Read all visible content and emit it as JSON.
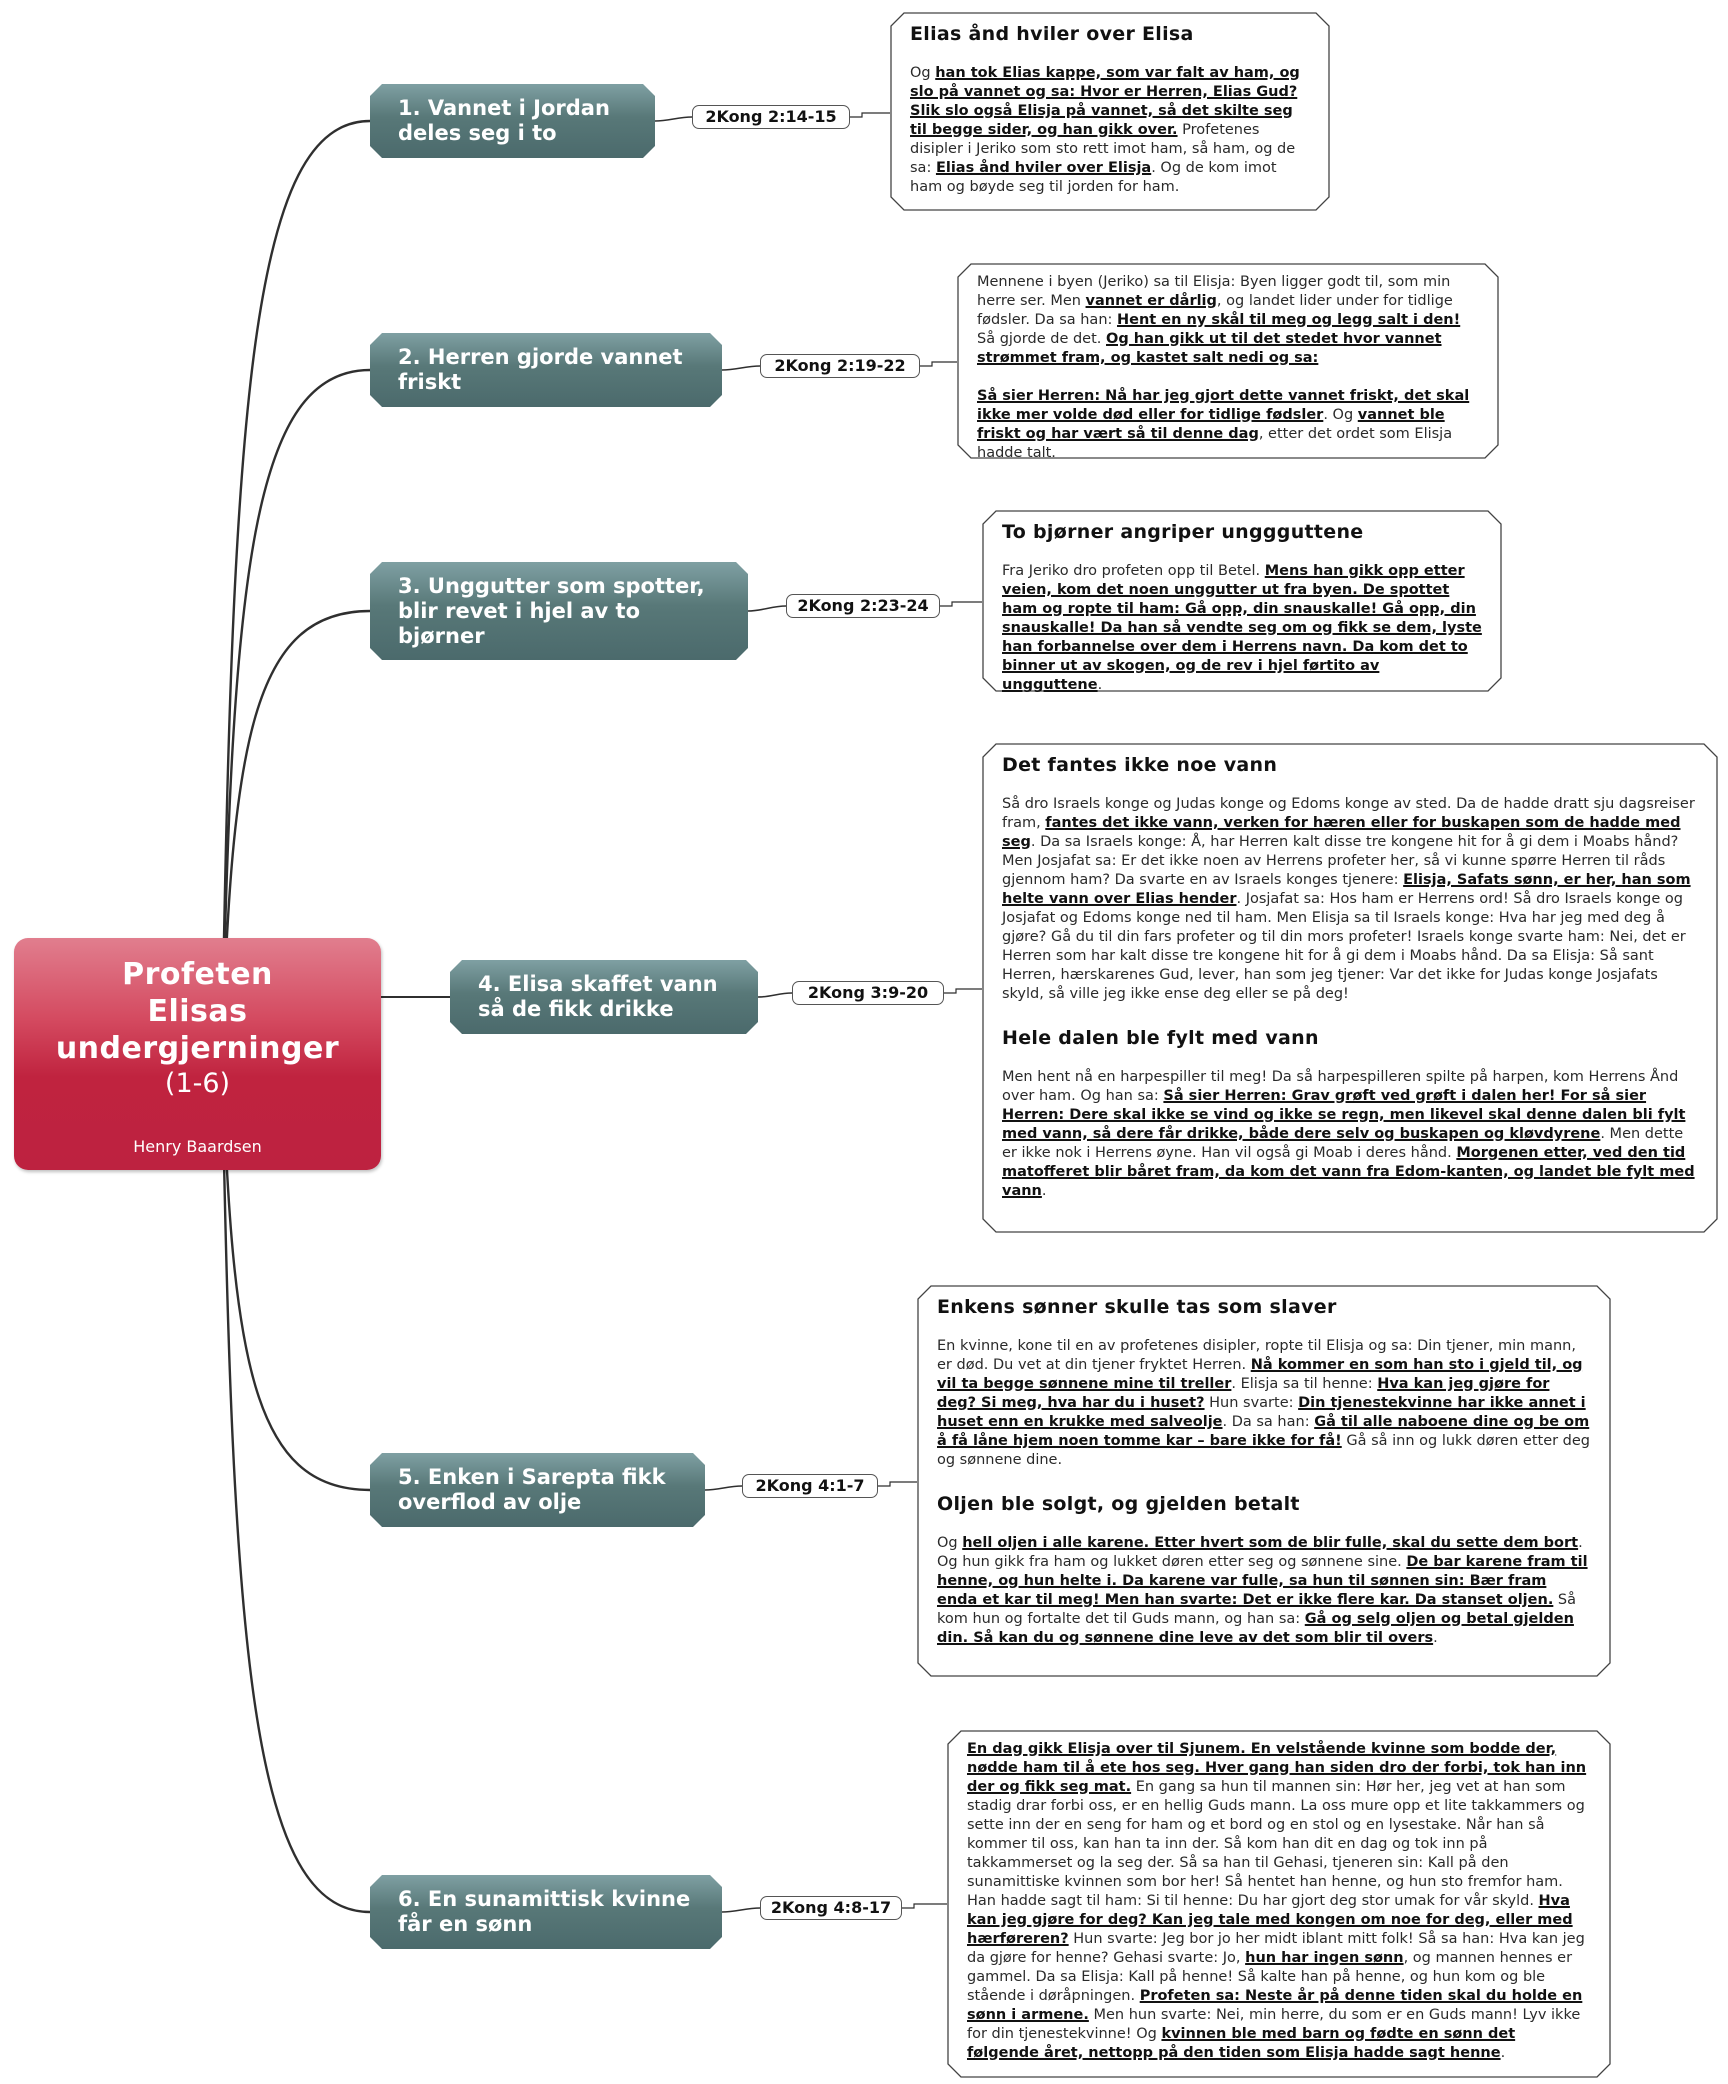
{
  "central": {
    "title_lines": [
      "Profeten",
      "Elisas",
      "undergjerninger"
    ],
    "subtitle": "(1-6)",
    "author": "Henry Baardsen"
  },
  "topics": [
    {
      "label_lines": [
        "1. Vannet i Jordan",
        "deles seg i to"
      ],
      "ref": "2Kong 2:14-15",
      "note": {
        "sections": [
          {
            "heading": "Elias ånd hviler over Elisa",
            "paras": [
              [
                {
                  "t": "Og "
                },
                {
                  "t": "han tok Elias kappe, som var falt av ham, og slo på vannet og sa: Hvor er Herren, Elias Gud? Slik slo også Elisja på vannet, så det skilte seg til begge sider, og han gikk over.",
                  "u": true
                },
                {
                  "t": " Profetenes disipler i Jeriko som sto rett imot ham, så ham, og de sa: "
                },
                {
                  "t": "Elias ånd hviler over Elisja",
                  "u": true
                },
                {
                  "t": ". Og de kom imot ham og bøyde seg til jorden for ham."
                }
              ]
            ]
          }
        ]
      }
    },
    {
      "label_lines": [
        "2. Herren gjorde vannet",
        "friskt"
      ],
      "ref": "2Kong 2:19-22",
      "note": {
        "sections": [
          {
            "heading": "",
            "paras": [
              [
                {
                  "t": "Mennene i byen (Jeriko) sa til Elisja: Byen ligger godt til, som min herre ser. Men "
                },
                {
                  "t": "vannet er dårlig",
                  "u": true
                },
                {
                  "t": ", og landet lider under for tidlige fødsler. Da sa han: "
                },
                {
                  "t": "Hent en ny skål til meg og legg salt i den!",
                  "u": true
                },
                {
                  "t": " Så gjorde de det. "
                },
                {
                  "t": "Og han gikk ut til det stedet hvor vannet strømmet fram, og kastet salt nedi og sa:",
                  "u": true
                }
              ],
              [
                {
                  "t": "Så sier Herren: Nå har jeg gjort dette vannet friskt, det skal ikke mer volde død eller for tidlige fødsler",
                  "u": true
                },
                {
                  "t": ". Og "
                },
                {
                  "t": "vannet ble friskt og har vært så til denne dag",
                  "u": true
                },
                {
                  "t": ", etter det ordet som Elisja hadde talt."
                }
              ]
            ]
          }
        ]
      }
    },
    {
      "label_lines": [
        "3. Unggutter som spotter,",
        "blir revet i hjel av to",
        "bjørner"
      ],
      "ref": "2Kong 2:23-24",
      "note": {
        "sections": [
          {
            "heading": "To bjørner angriper unggguttene",
            "paras": [
              [
                {
                  "t": "Fra Jeriko dro profeten opp til Betel. "
                },
                {
                  "t": "Mens han gikk opp etter veien, kom det noen unggutter ut fra byen. De spottet ham og ropte til ham: Gå opp, din snauskalle! Gå opp, din snauskalle! Da han så vendte seg om og fikk se dem, lyste han forbannelse over dem i Herrens navn. Da kom det to binner ut av skogen, og de rev i hjel førtito av ungguttene",
                  "u": true
                },
                {
                  "t": "."
                }
              ]
            ]
          }
        ]
      }
    },
    {
      "label_lines": [
        "4. Elisa skaffet vann",
        "så de fikk drikke"
      ],
      "ref": "2Kong 3:9-20",
      "note": {
        "sections": [
          {
            "heading": "Det fantes ikke noe vann",
            "paras": [
              [
                {
                  "t": "Så dro Israels konge og Judas konge og Edoms konge av sted. Da de hadde dratt sju dagsreiser fram, "
                },
                {
                  "t": "fantes det ikke vann, verken for hæren eller for buskapen som de hadde med seg",
                  "u": true
                },
                {
                  "t": ". Da sa Israels konge: Å, har Herren kalt disse tre kongene hit for å gi dem i Moabs hånd? Men Josjafat sa: Er det ikke noen av Herrens profeter her, så vi kunne spørre Herren til råds gjennom ham? Da svarte en av Israels konges tjenere: "
                },
                {
                  "t": "Elisja, Safats sønn, er her, han som helte vann over Elias hender",
                  "u": true
                },
                {
                  "t": ". Josjafat sa: Hos ham er Herrens ord! Så dro Israels konge og Josjafat og Edoms konge ned til ham. Men Elisja sa til Israels konge: Hva har jeg med deg å gjøre? Gå du til din fars profeter og til din mors profeter! Israels konge svarte ham: Nei, det er Herren som har kalt disse tre kongene hit for å gi dem i Moabs hånd. Da sa Elisja: Så sant Herren, hærskarenes Gud, lever, han som jeg tjener: Var det ikke for Judas konge Josjafats skyld, så ville jeg ikke ense deg eller se på deg!"
                }
              ]
            ]
          },
          {
            "heading": "Hele dalen ble fylt med vann",
            "paras": [
              [
                {
                  "t": "Men hent nå en harpespiller til meg! Da så harpespilleren spilte på harpen, kom Herrens Ånd over ham. Og han sa: "
                },
                {
                  "t": "Så sier Herren: Grav grøft ved grøft i dalen her! For så sier Herren: Dere skal ikke se vind og ikke se regn, men likevel skal denne dalen bli fylt med vann, så dere får drikke, både dere selv og buskapen og kløvdyrene",
                  "u": true
                },
                {
                  "t": ". Men dette er ikke nok i Herrens øyne. Han vil også gi Moab i deres hånd. "
                },
                {
                  "t": "Morgenen etter, ved den tid matofferet blir båret fram, da kom det vann fra Edom-kanten, og landet ble fylt med vann",
                  "u": true
                },
                {
                  "t": "."
                }
              ]
            ]
          }
        ]
      }
    },
    {
      "label_lines": [
        "5. Enken i Sarepta fikk",
        "overflod av olje"
      ],
      "ref": "2Kong 4:1-7",
      "note": {
        "sections": [
          {
            "heading": "Enkens sønner skulle tas som slaver",
            "paras": [
              [
                {
                  "t": "En kvinne, kone til en av profetenes disipler, ropte til Elisja og sa: Din tjener, min mann, er død. Du vet at din tjener fryktet Herren. "
                },
                {
                  "t": "Nå kommer en som han sto i gjeld til, og vil ta begge sønnene mine til treller",
                  "u": true
                },
                {
                  "t": ". Elisja sa til henne: "
                },
                {
                  "t": "Hva kan jeg gjøre for deg? Si meg, hva har du i huset?",
                  "u": true
                },
                {
                  "t": " Hun svarte: "
                },
                {
                  "t": "Din tjenestekvinne har ikke annet i huset enn en krukke med salveolje",
                  "u": true
                },
                {
                  "t": ". Da sa han: "
                },
                {
                  "t": "Gå til alle naboene dine og be om å få låne hjem noen tomme kar – bare ikke for få!",
                  "u": true
                },
                {
                  "t": " Gå så inn og lukk døren etter deg og sønnene dine."
                }
              ]
            ]
          },
          {
            "heading": "Oljen ble solgt, og gjelden betalt",
            "paras": [
              [
                {
                  "t": "Og "
                },
                {
                  "t": "hell oljen i alle karene. Etter hvert som de blir fulle, skal du sette dem bort",
                  "u": true
                },
                {
                  "t": ". Og hun gikk fra ham og lukket døren etter seg og sønnene sine. "
                },
                {
                  "t": "De bar karene fram til henne, og hun helte i. Da karene var fulle, sa hun til sønnen sin: Bær fram enda et kar til meg! Men han svarte: Det er ikke flere kar. Da stanset oljen.",
                  "u": true
                },
                {
                  "t": " Så kom hun og fortalte det til Guds mann, og han sa: "
                },
                {
                  "t": "Gå og selg oljen og betal gjelden din. Så kan du og sønnene dine leve av det som blir til overs",
                  "u": true
                },
                {
                  "t": "."
                }
              ]
            ]
          }
        ]
      }
    },
    {
      "label_lines": [
        "6. En sunamittisk kvinne",
        "får en sønn"
      ],
      "ref": "2Kong 4:8-17",
      "note": {
        "sections": [
          {
            "heading": "",
            "paras": [
              [
                {
                  "t": "En dag gikk Elisja over til Sjunem. En velstående kvinne som bodde der, nødde ham til å ete hos seg. Hver gang han siden dro der forbi, tok han inn der og fikk seg mat.",
                  "u": true
                },
                {
                  "t": " En gang sa hun til mannen sin: Hør her, jeg vet at han som stadig drar forbi oss, er en hellig Guds mann. La oss mure opp et lite takkammers og sette inn der en seng for ham og et bord og en stol og en lysestake. Når han så kommer til oss, kan han ta inn der. Så kom han dit en dag og tok inn på takkammerset og la seg der. Så sa han til Gehasi, tjeneren sin: Kall på den sunamittiske kvinnen som bor her! Så hentet han henne, og hun sto fremfor ham. Han hadde sagt til ham: Si til henne: Du har gjort deg stor umak for vår skyld. "
                },
                {
                  "t": "Hva kan jeg gjøre for deg? Kan jeg tale med kongen om noe for deg, eller med hærføreren?",
                  "u": true
                },
                {
                  "t": " Hun svarte: Jeg bor jo her midt iblant mitt folk! Så sa han: Hva kan jeg da gjøre for henne? Gehasi svarte: Jo, "
                },
                {
                  "t": "hun har ingen sønn",
                  "u": true
                },
                {
                  "t": ", og mannen hennes er gammel. Da sa Elisja: Kall på henne! Så kalte han på henne, og hun kom og ble stående i døråpningen. "
                },
                {
                  "t": "Profeten sa: Neste år på denne tiden skal du holde en sønn i armene.",
                  "u": true
                },
                {
                  "t": " Men hun svarte: Nei, min herre, du som er en Guds mann! Lyv ikke for din tjenestekvinne! Og "
                },
                {
                  "t": "kvinnen ble med barn og fødte en sønn det følgende året, nettopp på den tiden som Elisja hadde sagt henne",
                  "u": true
                },
                {
                  "t": "."
                }
              ]
            ]
          }
        ]
      }
    }
  ]
}
